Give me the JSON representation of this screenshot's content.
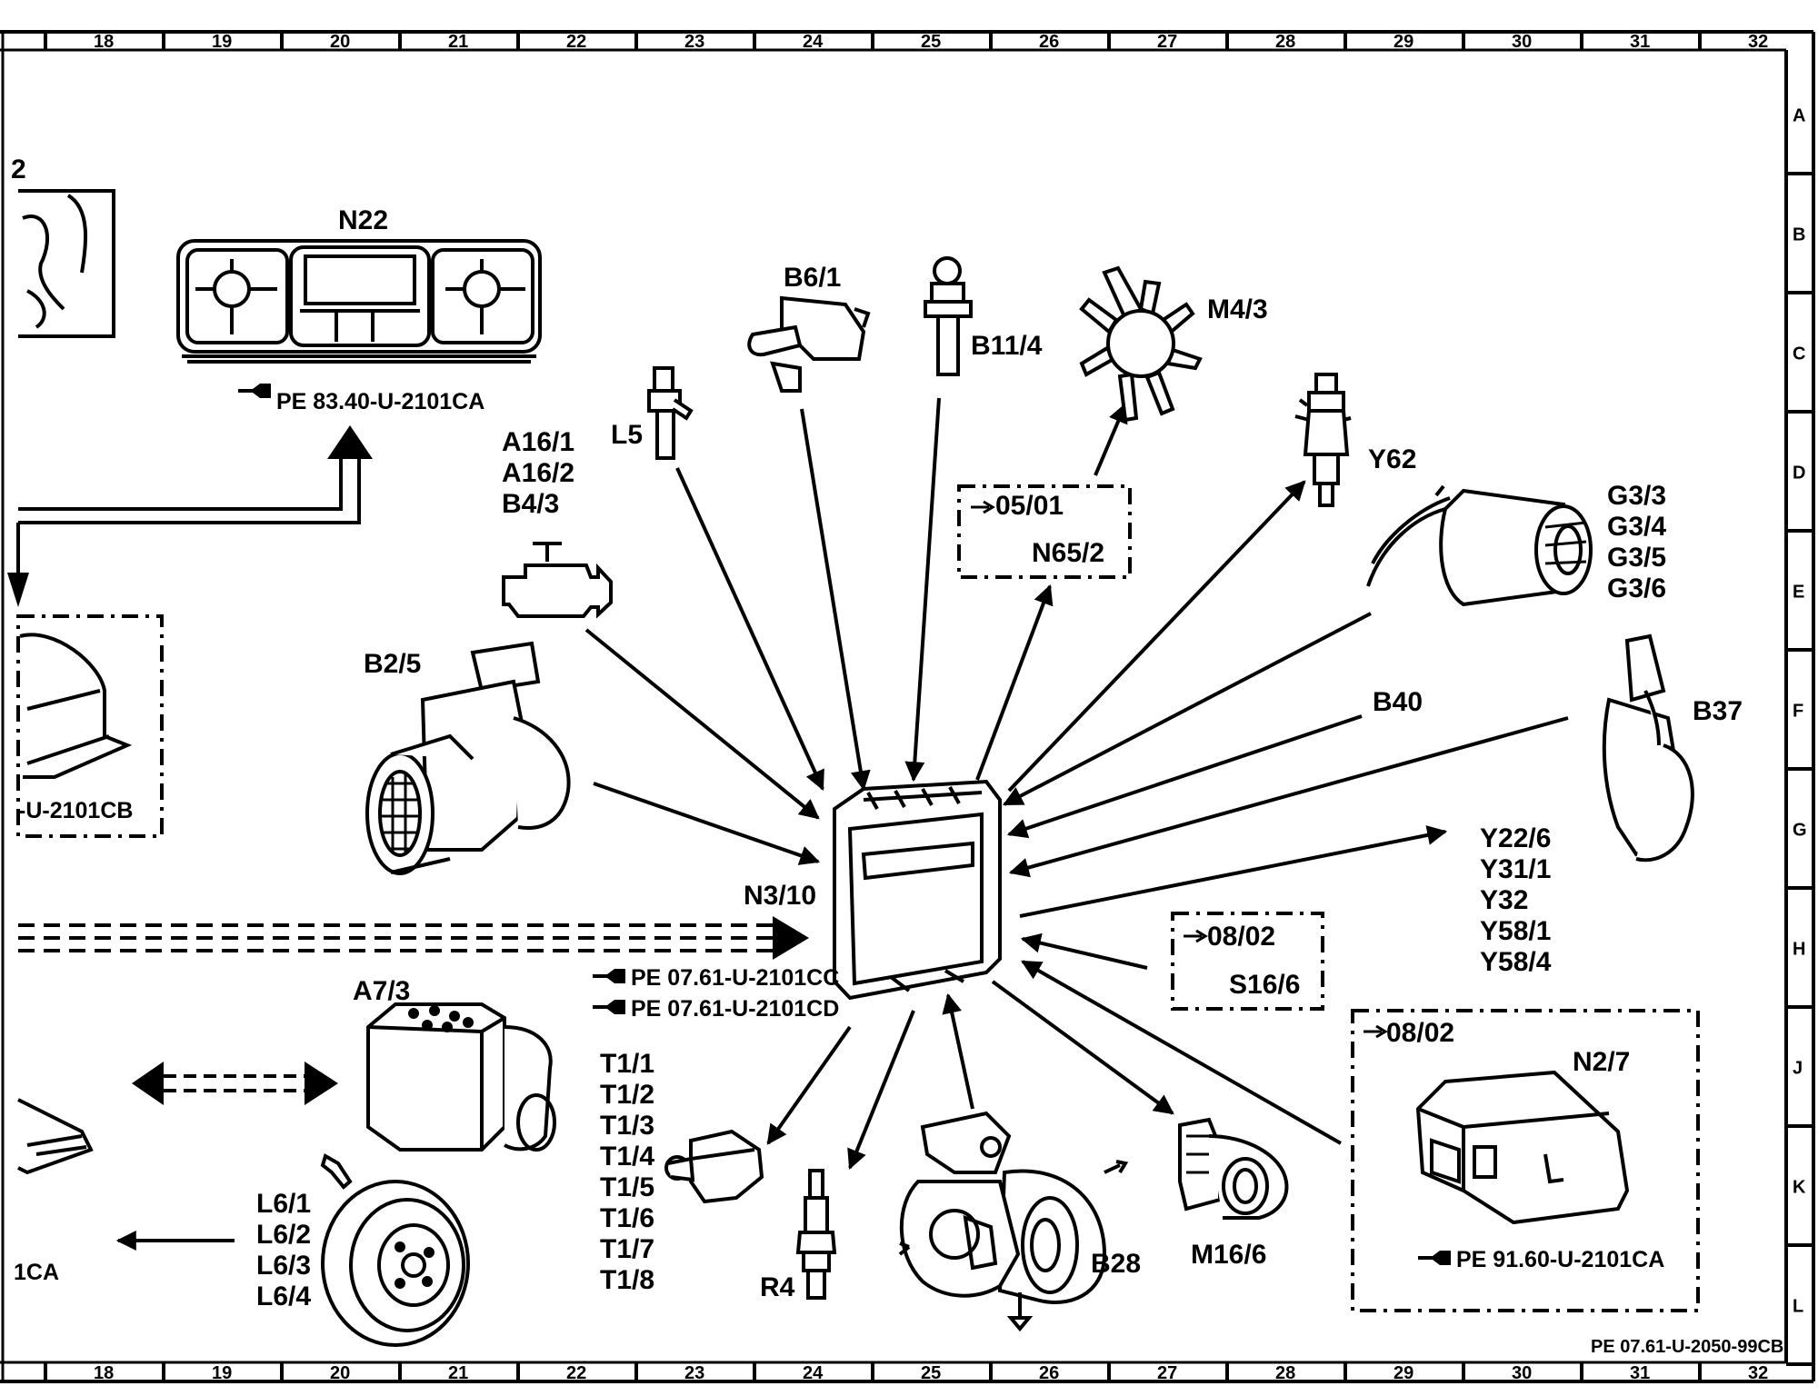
{
  "grid": {
    "columns": [
      "18",
      "19",
      "20",
      "21",
      "22",
      "23",
      "24",
      "25",
      "26",
      "27",
      "28",
      "29",
      "30",
      "31",
      "32"
    ],
    "rows": [
      "A",
      "B",
      "C",
      "D",
      "E",
      "F",
      "G",
      "H",
      "J",
      "K",
      "L"
    ]
  },
  "diagram_id": "PE 07.61-U-2050-99CB",
  "central_unit": {
    "label": "N3/10",
    "refs": [
      "PE 07.61-U-2101CC",
      "PE 07.61-U-2101CD"
    ]
  },
  "components": {
    "n22": {
      "label": "N22",
      "ref": "PE 83.40-U-2101CA"
    },
    "left_box_ref": "-U-2101CB",
    "partial_top_left": "2",
    "partial_bottom_left": "1CA",
    "b2_5": "B2/5",
    "a16": [
      "A16/1",
      "A16/2",
      "B4/3"
    ],
    "l5": "L5",
    "b6_1": "B6/1",
    "b11_4": "B11/4",
    "m4_3": "M4/3",
    "n65_2": {
      "ref": "05/01",
      "label": "N65/2"
    },
    "y62": "Y62",
    "g3": [
      "G3/3",
      "G3/4",
      "G3/5",
      "G3/6"
    ],
    "b40": "B40",
    "b37": "B37",
    "y_valves": [
      "Y22/6",
      "Y31/1",
      "Y32",
      "Y58/1",
      "Y58/4"
    ],
    "s16_6": {
      "ref": "08/02",
      "label": "S16/6"
    },
    "n2_7": {
      "ref": "08/02",
      "label": "N2/7",
      "doc": "PE 91.60-U-2101CA"
    },
    "a7_3": "A7/3",
    "l6": [
      "L6/1",
      "L6/2",
      "L6/3",
      "L6/4"
    ],
    "t1": [
      "T1/1",
      "T1/2",
      "T1/3",
      "T1/4",
      "T1/5",
      "T1/6",
      "T1/7",
      "T1/8"
    ],
    "r4": "R4",
    "b28": "B28",
    "m16_6": "M16/6"
  }
}
